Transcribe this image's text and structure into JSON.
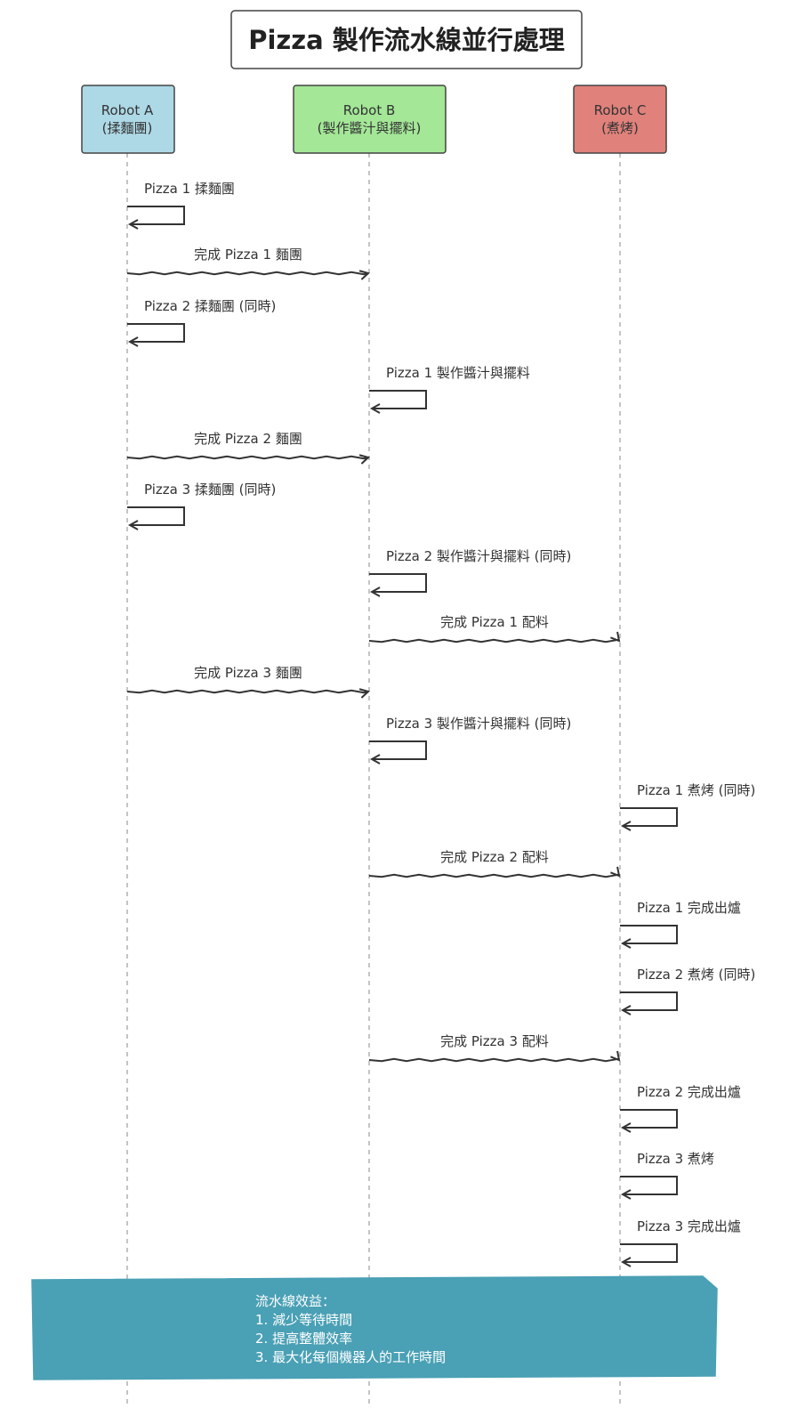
{
  "title": "Pizza 製作流水線並行處理",
  "participants": [
    {
      "id": "A",
      "name": "Robot A",
      "role": "(揉麵團)",
      "color": "#add8e6"
    },
    {
      "id": "B",
      "name": "Robot B",
      "role": "(製作醬汁與擺料)",
      "color": "#a3e797"
    },
    {
      "id": "C",
      "name": "Robot C",
      "role": "(煮烤)",
      "color": "#e0817b"
    }
  ],
  "messages": [
    {
      "from": "A",
      "to": "A",
      "label": "Pizza 1 揉麵團"
    },
    {
      "from": "A",
      "to": "B",
      "label": "完成 Pizza 1 麵團"
    },
    {
      "from": "A",
      "to": "A",
      "label": "Pizza 2 揉麵團 (同時)"
    },
    {
      "from": "B",
      "to": "B",
      "label": "Pizza 1 製作醬汁與擺料"
    },
    {
      "from": "A",
      "to": "B",
      "label": "完成 Pizza 2 麵團"
    },
    {
      "from": "A",
      "to": "A",
      "label": "Pizza 3 揉麵團 (同時)"
    },
    {
      "from": "B",
      "to": "B",
      "label": "Pizza 2 製作醬汁與擺料 (同時)"
    },
    {
      "from": "B",
      "to": "C",
      "label": "完成 Pizza 1 配料"
    },
    {
      "from": "A",
      "to": "B",
      "label": "完成 Pizza 3 麵團"
    },
    {
      "from": "B",
      "to": "B",
      "label": "Pizza 3 製作醬汁與擺料 (同時)"
    },
    {
      "from": "C",
      "to": "C",
      "label": "Pizza 1 煮烤 (同時)"
    },
    {
      "from": "B",
      "to": "C",
      "label": "完成 Pizza 2 配料"
    },
    {
      "from": "C",
      "to": "C",
      "label": "Pizza 1 完成出爐"
    },
    {
      "from": "C",
      "to": "C",
      "label": "Pizza 2 煮烤 (同時)"
    },
    {
      "from": "B",
      "to": "C",
      "label": "完成 Pizza 3 配料"
    },
    {
      "from": "C",
      "to": "C",
      "label": "Pizza 2 完成出爐"
    },
    {
      "from": "C",
      "to": "C",
      "label": "Pizza 3 煮烤"
    },
    {
      "from": "C",
      "to": "C",
      "label": "Pizza 3 完成出爐"
    }
  ],
  "note": {
    "lines": [
      "流水線效益：",
      "1. 減少等待時間",
      "2. 提高整體效率",
      "3. 最大化每個機器人的工作時間"
    ],
    "color": "#4aa0b5"
  }
}
